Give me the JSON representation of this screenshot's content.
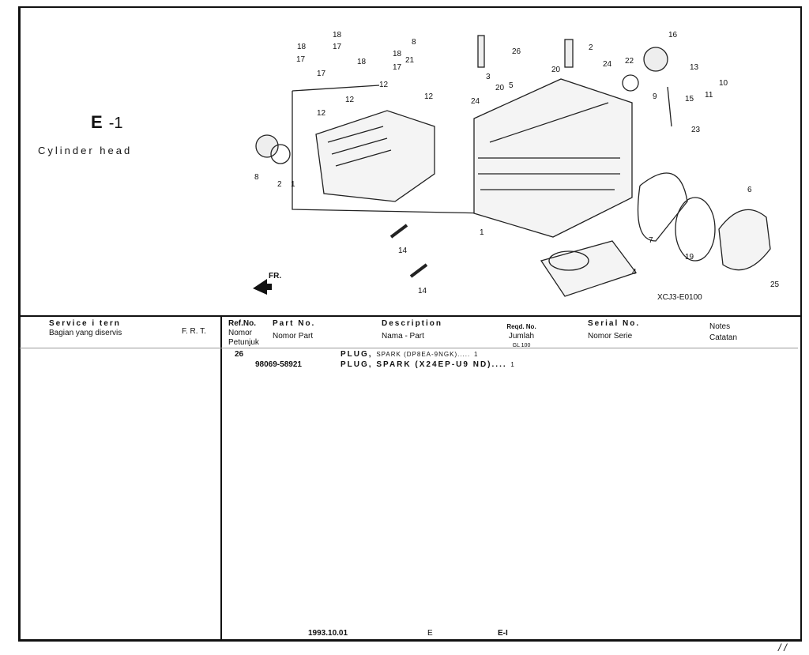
{
  "section": {
    "code": "E",
    "number": "-1",
    "name": "Cylinder head"
  },
  "diagram": {
    "callouts": [
      "18",
      "18",
      "17",
      "17",
      "18",
      "18",
      "17",
      "17",
      "8",
      "21",
      "26",
      "2",
      "24",
      "20",
      "3",
      "12",
      "12",
      "12",
      "12",
      "5",
      "20",
      "24",
      "16",
      "22",
      "13",
      "10",
      "11",
      "9",
      "15",
      "23",
      "8",
      "2",
      "1",
      "1",
      "14",
      "14",
      "6",
      "7",
      "19",
      "4",
      "25"
    ],
    "front_label": "FR.",
    "figure_code": "XCJ3-E0100"
  },
  "table": {
    "headers": {
      "service_item": "Service    i tern",
      "service_item_id": "Bagian yang diservis",
      "frt": "F. R. T.",
      "ref_no": "Ref.No.",
      "ref_no_id": "Nomor Petunjuk",
      "part_no": "Part  No.",
      "part_no_id": "Nomor Part",
      "description": "Description",
      "description_id": "Nama - Part",
      "reqd_no": "Reqd. No.",
      "reqd_no_id": "Jumlah",
      "model": "GL 100",
      "serial_no": "Serial  No.",
      "serial_no_id": "Nomor  Serie",
      "notes": "Notes",
      "notes_id": "Catatan"
    },
    "rows": [
      {
        "ref": "26",
        "part_no": "",
        "name": "PLUG,",
        "spec": "SPARK (DP8EA-9NGK).....",
        "qty": "1"
      },
      {
        "ref": "",
        "part_no": "98069-58921",
        "name": "PLUG,",
        "spec": "SPARK (X24EP-U9 ND)....",
        "qty": "1"
      }
    ]
  },
  "footer": {
    "date": "1993.10.01",
    "mark": "E",
    "page": "E-I",
    "corner": "/ /"
  }
}
